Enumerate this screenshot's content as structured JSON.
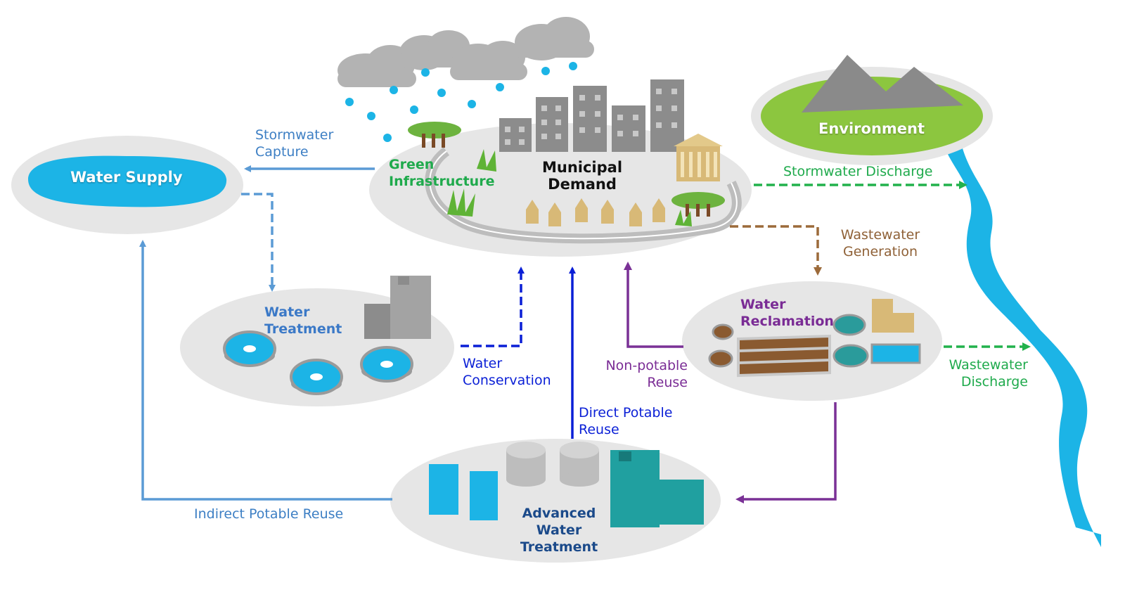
{
  "nodes": {
    "water_supply": "Water Supply",
    "environment": "Environment",
    "municipal_demand": [
      "Municipal",
      "Demand"
    ],
    "green_infrastructure": [
      "Green",
      "Infrastructure"
    ],
    "water_treatment": [
      "Water",
      "Treatment"
    ],
    "water_reclamation": [
      "Water",
      "Reclamation"
    ],
    "advanced_water_treatment": [
      "Advanced",
      "Water",
      "Treatment"
    ]
  },
  "flows": {
    "stormwater_capture": [
      "Stormwater",
      "Capture"
    ],
    "stormwater_discharge": "Stormwater Discharge",
    "wastewater_generation": [
      "Wastewater",
      "Generation"
    ],
    "wastewater_discharge": [
      "Wastewater",
      "Discharge"
    ],
    "water_conservation": [
      "Water",
      "Conservation"
    ],
    "non_potable_reuse": [
      "Non-potable",
      "Reuse"
    ],
    "direct_potable_reuse": [
      "Direct Potable",
      "Reuse"
    ],
    "indirect_potable_reuse": "Indirect Potable Reuse"
  },
  "colors": {
    "light_blue_flow": "#5b9bd5",
    "dark_blue_flow": "#0a1fd6",
    "green_flow": "#22b24c",
    "brown_flow": "#9c6a3a",
    "purple_flow": "#7a3196",
    "water": "#1cb4e6",
    "platform": "#e6e6e6"
  }
}
